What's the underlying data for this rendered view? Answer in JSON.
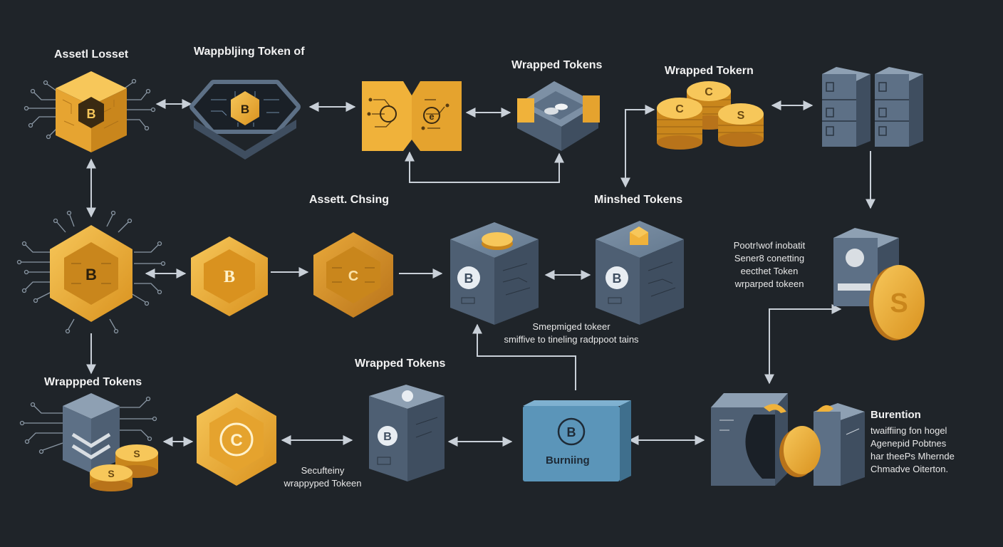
{
  "colors": {
    "background": "#1f2429",
    "gold": "#f0b23a",
    "gold_dark": "#c9861c",
    "slate": "#5d7086",
    "slate_dark": "#3f4e60",
    "blue_block": "#5b95b9",
    "connector": "#c9d0d8"
  },
  "labels": {
    "asset_losset": "Assetl Losset",
    "wappbling_token": "Wappbljing Token of",
    "wrapped_tokens_top": "Wrapped Tokens",
    "wrapped_tokern": "Wrapped Tokern",
    "asset_chsing": "Assett. Chsing",
    "minshed_tokens": "Minshed Tokens",
    "wrappped_tokens_left": "Wrappped Tokens",
    "wrapped_tokens_bottom": "Wrapped Tokens",
    "burning": "Burniing",
    "burention": "Burention"
  },
  "notes": {
    "pool_note": [
      "Pootr!wof inobatit",
      "Sener8 conetting",
      "eecthet Token",
      "wrparped tokeen"
    ],
    "smep_note": [
      "Smepmiged tokeer",
      "smiffive to tineling radppoot tains"
    ],
    "secuf_note": [
      "Secufteiny",
      "wrappyped Tokeen"
    ],
    "burention_note": [
      "twaiffiing fon hogel",
      "Agenepid Pobtnes",
      "har theePs Mhernde",
      "Chmadve Oiterton."
    ]
  },
  "glyphs": {
    "bitcoin": "B",
    "c_coin": "C",
    "s_coin": "S"
  }
}
